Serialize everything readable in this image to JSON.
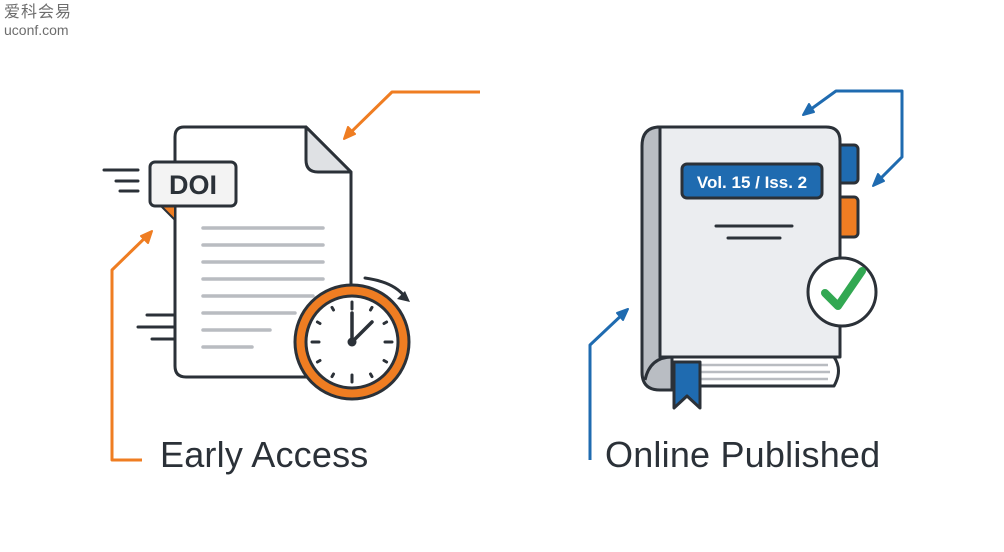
{
  "watermark": {
    "brand_cn": "爱科会易",
    "brand_url": "uconf.com"
  },
  "early_access": {
    "caption": "Early Access",
    "doi_label": "DOI",
    "icons": [
      "document-icon",
      "clock-icon",
      "arrow-icon"
    ]
  },
  "online_published": {
    "caption": "Online Published",
    "issue_label": "Vol. 15 / Iss. 2",
    "icons": [
      "book-icon",
      "checkmark-icon",
      "bookmark-icon",
      "arrow-icon"
    ]
  },
  "colors": {
    "orange": "#ef7d22",
    "blue": "#1f6bb0",
    "green": "#32a852",
    "outline": "#2b3138",
    "paper": "#ffffff",
    "gray_lines": "#b9bcc1"
  }
}
